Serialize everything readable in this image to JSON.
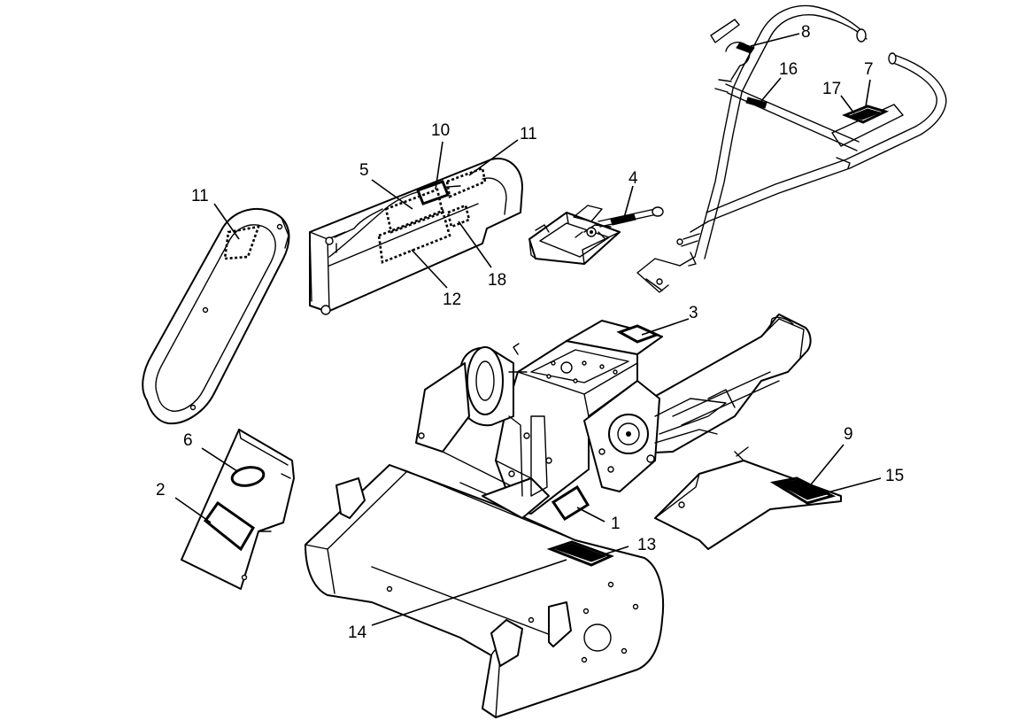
{
  "callouts": {
    "c1": "1",
    "c2": "2",
    "c3": "3",
    "c4": "4",
    "c5": "5",
    "c6": "6",
    "c7": "7",
    "c8": "8",
    "c9": "9",
    "c10": "10",
    "c11a": "11",
    "c11b": "11",
    "c12": "12",
    "c13": "13",
    "c14": "14",
    "c15": "15",
    "c16": "16",
    "c17": "17",
    "c18": "18"
  },
  "colors": {
    "line": "#000000",
    "background": "#ffffff"
  }
}
